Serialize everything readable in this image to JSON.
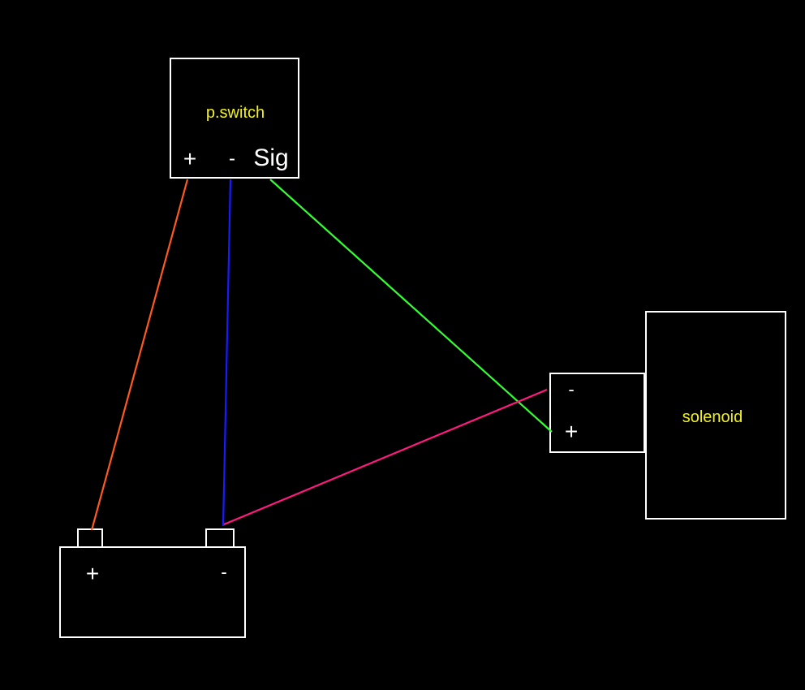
{
  "diagram": {
    "pswitch": {
      "label": "p.switch",
      "terminals": {
        "plus": "+",
        "minus": "-",
        "sig": "Sig"
      }
    },
    "solenoid": {
      "label": "solenoid",
      "terminals": {
        "minus": "-",
        "plus": "+"
      }
    },
    "battery": {
      "terminals": {
        "plus": "+",
        "minus": "-"
      }
    },
    "colors": {
      "background": "#000000",
      "outline": "#ffffff",
      "label": "#f2f21e",
      "wire_positive": "#ff5a1e",
      "wire_negative": "#1a1aff",
      "wire_signal": "#33ff33",
      "wire_ground": "#ff1a80"
    }
  }
}
